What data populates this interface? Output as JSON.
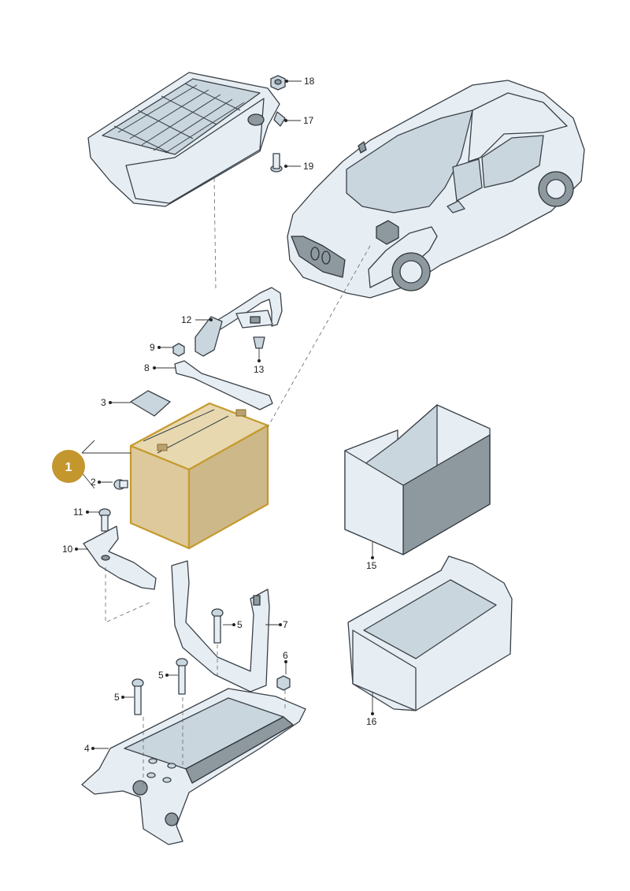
{
  "labels": {
    "l1": "1",
    "l2": "2",
    "l3": "3",
    "l4": "4",
    "l5a": "5",
    "l5b": "5",
    "l5c": "5",
    "l6": "6",
    "l7": "7",
    "l8": "8",
    "l9": "9",
    "l10": "10",
    "l11": "11",
    "l12": "12",
    "l13": "13",
    "l15": "15",
    "l16": "16",
    "l17": "17",
    "l18": "18",
    "l19": "19"
  },
  "highlight": {
    "part": "1",
    "color": "#c4962e"
  }
}
